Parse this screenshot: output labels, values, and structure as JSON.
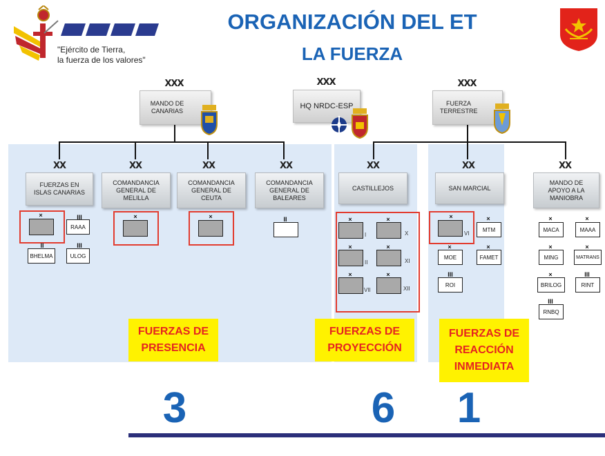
{
  "header": {
    "title_line1": "ORGANIZACIÓN DEL ET",
    "title_line2": "LA FUERZA",
    "motto_line1": "\"Ejército de Tierra,",
    "motto_line2": "la fuerza de los valores\""
  },
  "hq": {
    "canarias": {
      "echelon": "XXX",
      "label": "MANDO DE CANARIAS"
    },
    "nrdc": {
      "echelon": "XXX",
      "label": "HQ NRDC-ESP"
    },
    "fuerza_terrestre": {
      "echelon": "XXX",
      "label": "FUERZA TERRESTRE"
    }
  },
  "units": {
    "islas": {
      "echelon": "XX",
      "label": "FUERZAS EN ISLAS CANARIAS"
    },
    "melilla": {
      "echelon": "XX",
      "label": "COMANDANCIA GENERAL DE MELILLA"
    },
    "ceuta": {
      "echelon": "XX",
      "label": "COMANDANCIA GENERAL DE CEUTA"
    },
    "baleares": {
      "echelon": "XX",
      "label": "COMANDANCIA GENERAL DE BALEARES"
    },
    "castillejos": {
      "echelon": "XX",
      "label": "CASTILLEJOS"
    },
    "san_marcial": {
      "echelon": "XX",
      "label": "SAN MARCIAL"
    },
    "mando_apoyo": {
      "echelon": "XX",
      "label": "MANDO DE APOYO A LA MANIOBRA"
    }
  },
  "symbols": {
    "raaa": "RAAA",
    "bhelma": "BHELMA",
    "ulog": "ULOG",
    "mtm": "MTM",
    "moe": "MOE",
    "famet": "FAMET",
    "roi": "ROI",
    "maca": "MACA",
    "maaa": "MAAA",
    "ming": "MING",
    "matrans": "MATRANS",
    "brilog": "BRILOG",
    "rint": "RINT",
    "rnbq": "RNBQ"
  },
  "rank_marks": {
    "brigade": "×",
    "regiment": "III",
    "battalion": "II"
  },
  "brigade_numerals": {
    "c1": "I",
    "c2": "X",
    "c3": "II",
    "c4": "XI",
    "c5": "VII",
    "c6": "XII",
    "sm": "VI"
  },
  "categories": [
    {
      "label": "FUERZAS DE PRESENCIA",
      "count": "3"
    },
    {
      "label": "FUERZAS DE PROYECCIÓN",
      "count": "6"
    },
    {
      "label": "FUERZAS DE REACCIÓN INMEDIATA",
      "count": "1"
    }
  ],
  "colors": {
    "title_blue": "#1a63b5",
    "panel_blue": "#dde9f7",
    "highlight_red": "#e23b2e",
    "label_yellow": "#fff200",
    "label_red_text": "#e52420",
    "baseline_navy": "#2b2f7a"
  }
}
